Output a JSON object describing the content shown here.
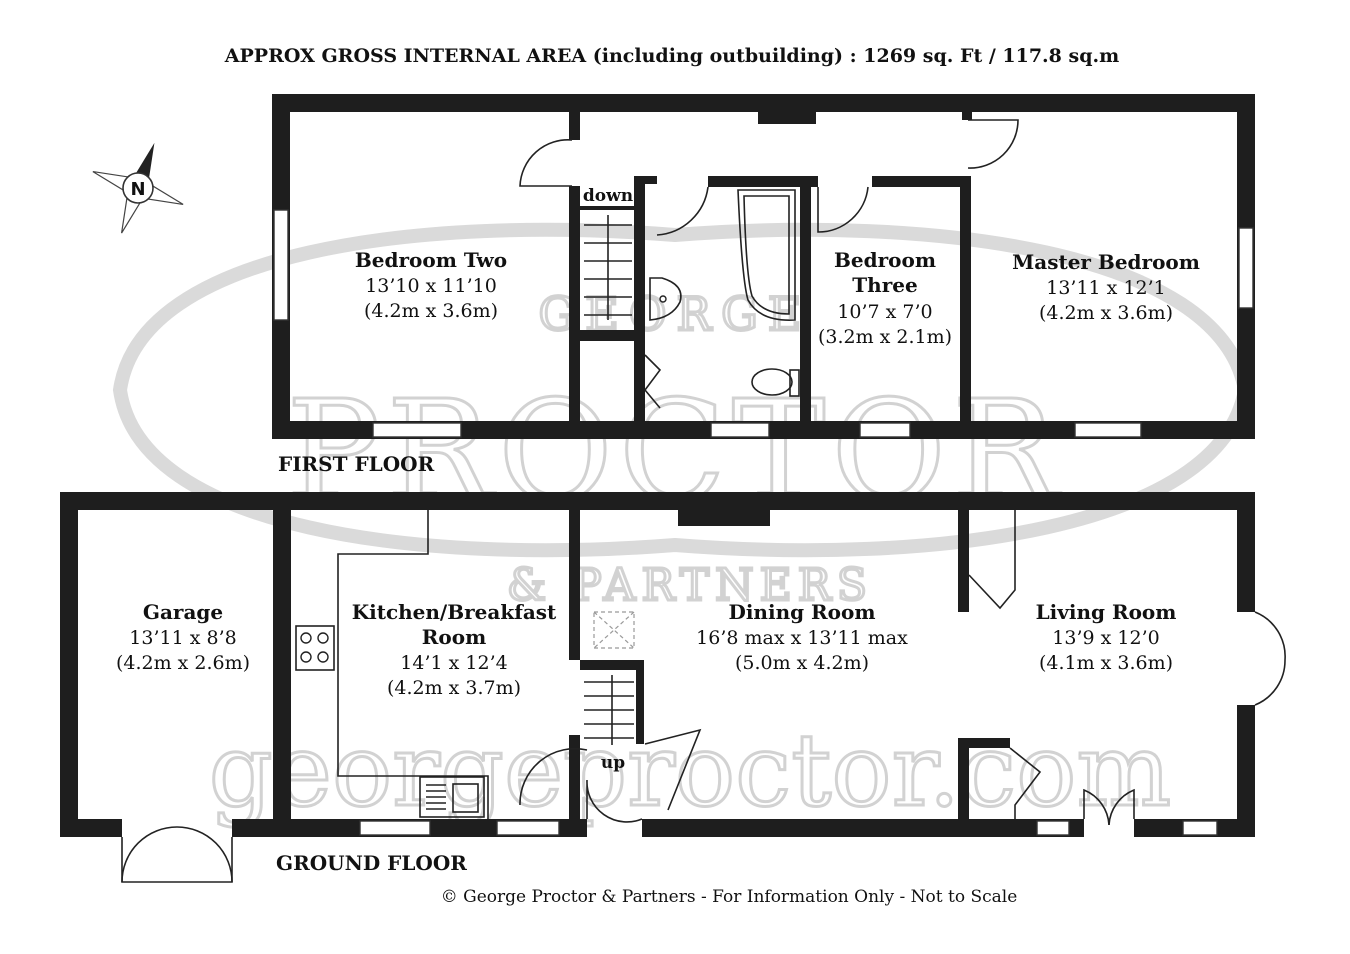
{
  "header": {
    "title": "APPROX GROSS INTERNAL AREA (including outbuilding) : 1269 sq. Ft / 117.8 sq.m"
  },
  "compass": {
    "letter": "N"
  },
  "watermark": {
    "line1": "GEORGE",
    "line2": "PROCTOR",
    "line3": "& PARTNERS",
    "website": "georgeproctor.com"
  },
  "first_floor": {
    "label": "FIRST FLOOR",
    "rooms": [
      {
        "name": "Bedroom Two",
        "dim_imperial": "13’10 x 11’10",
        "dim_metric": "(4.2m x 3.6m)"
      },
      {
        "name_line1": "Bedroom",
        "name_line2": "Three",
        "dim_imperial": "10’7 x 7’0",
        "dim_metric": "(3.2m x 2.1m)"
      },
      {
        "name": "Master Bedroom",
        "dim_imperial": "13’11 x 12’1",
        "dim_metric": "(4.2m x 3.6m)"
      }
    ],
    "stair_label": "down"
  },
  "ground_floor": {
    "label": "GROUND FLOOR",
    "rooms": [
      {
        "name": "Garage",
        "dim_imperial": "13’11 x 8’8",
        "dim_metric": "(4.2m x 2.6m)"
      },
      {
        "name_line1": "Kitchen/Breakfast",
        "name_line2": "Room",
        "dim_imperial": "14’1 x 12’4",
        "dim_metric": "(4.2m x 3.7m)"
      },
      {
        "name": "Dining Room",
        "dim_imperial": "16’8 max x 13’11 max",
        "dim_metric": "(5.0m x 4.2m)"
      },
      {
        "name": "Living Room",
        "dim_imperial": "13’9 x 12’0",
        "dim_metric": "(4.1m x 3.6m)"
      }
    ],
    "stair_label": "up"
  },
  "footer": {
    "copyright": "© George Proctor & Partners - For Information Only - Not to Scale"
  }
}
